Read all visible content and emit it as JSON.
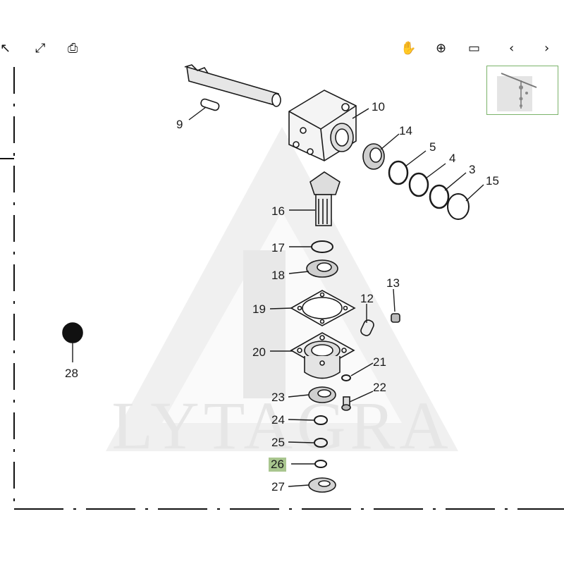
{
  "watermark": "LYTAGRA",
  "callouts": {
    "p3": "3",
    "p4": "4",
    "p5": "5",
    "p9": "9",
    "p10": "10",
    "p12": "12",
    "p13": "13",
    "p14": "14",
    "p15": "15",
    "p16": "16",
    "p17": "17",
    "p18": "18",
    "p19": "19",
    "p20": "20",
    "p21": "21",
    "p22": "22",
    "p23": "23",
    "p24": "24",
    "p25": "25",
    "p26": "26",
    "p27": "27",
    "p28": "28"
  },
  "highlighted_part": "26",
  "colors": {
    "highlight": "#a9c68f",
    "minimap_border": "#7bb36a",
    "parts": "#1a1a1a"
  },
  "toolbar_icons": [
    "arrow-icon",
    "expand-icon",
    "print-icon",
    "hand-icon",
    "zoom-icon",
    "fit-icon",
    "prev-icon",
    "next-icon"
  ]
}
